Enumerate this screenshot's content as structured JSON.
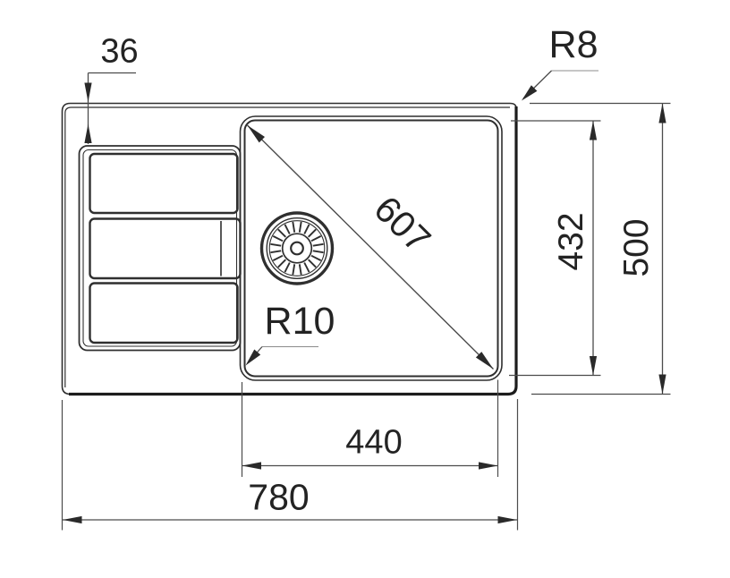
{
  "drawing": {
    "type": "technical-dimension-drawing",
    "subject": "kitchen sink top view with drainer board, bowl and strainer drain",
    "labels": {
      "rim_to_bowl_offset": "36",
      "outer_corner_radius": "R8",
      "bowl_diagonal": "607",
      "bowl_inner_length": "432",
      "overall_depth": "500",
      "bowl_corner_radius": "R10",
      "bowl_inner_width": "440",
      "overall_width": "780"
    },
    "colors": {
      "background": "#ffffff",
      "line": "#2f2f2f",
      "line_thick": "#1c1c1c",
      "dimension_line": "#4c4c4c",
      "leader_line": "#8c8c8c",
      "text": "#232323"
    }
  }
}
